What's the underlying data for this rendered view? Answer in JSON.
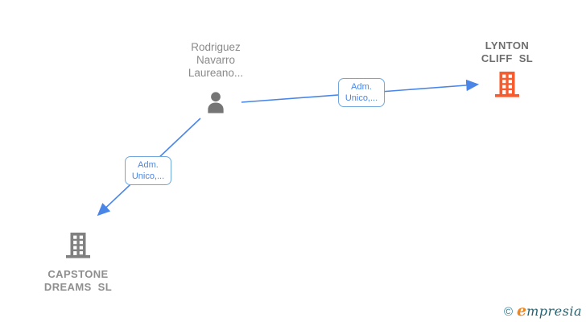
{
  "diagram": {
    "person": {
      "name_line1": "Rodriguez",
      "name_line2": "Navarro",
      "name_line3": "Laureano..."
    },
    "companies": {
      "lynton": {
        "name_line1": "LYNTON",
        "name_line2": "CLIFF SL"
      },
      "capstone": {
        "name_line1": "CAPSTONE",
        "name_line2": "DREAMS SL"
      }
    },
    "edges": {
      "to_lynton": {
        "label_line1": "Adm.",
        "label_line2": "Unico,..."
      },
      "to_capstone": {
        "label_line1": "Adm.",
        "label_line2": "Unico,..."
      }
    },
    "icons": {
      "person": "person-icon",
      "lynton": "building-icon",
      "capstone": "building-icon"
    },
    "colors": {
      "edge_blue": "#4a86e8",
      "label_border": "#6fa8dc",
      "label_text": "#4a86e8",
      "company_icon_orange": "#f95b2d",
      "company_icon_gray": "#808080",
      "person_icon_gray": "#757575",
      "person_text_gray": "#8a8a8a",
      "company_text_gray": "#6e6e6e"
    }
  },
  "footer": {
    "copyright": "©",
    "brand_initial": "e",
    "brand_rest": "mpresia"
  }
}
